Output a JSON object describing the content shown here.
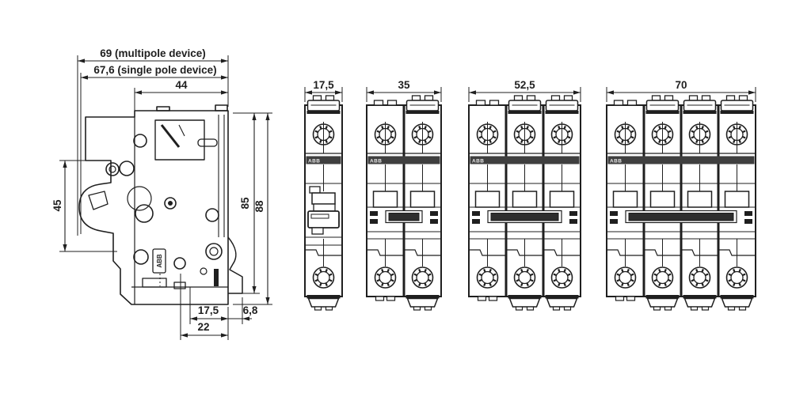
{
  "side_view": {
    "dim_overall_multipole": "69 (multipole device)",
    "dim_overall_singlepole": "67,6 (single pole device)",
    "dim_body_depth": "44",
    "dim_front_height": "45",
    "dim_height_to_rail": "85",
    "dim_total_height": "88",
    "dim_rail_offset": "17,5",
    "dim_clip_depth": "6,8",
    "dim_rail_width": "22",
    "brand_plate": "ABB"
  },
  "front_views": [
    {
      "id": "1-pole",
      "poles": 1,
      "width_label": "17,5",
      "brand": "ABB"
    },
    {
      "id": "2-pole",
      "poles": 2,
      "width_label": "35",
      "brand": "ABB"
    },
    {
      "id": "3-pole",
      "poles": 3,
      "width_label": "52,5",
      "brand": "ABB"
    },
    {
      "id": "4-pole",
      "poles": 4,
      "width_label": "70",
      "brand": "ABB"
    }
  ],
  "colors": {
    "ink": "#1f1f1f",
    "band_fill": "#3f3f3f",
    "band_text": "#ececec",
    "tie_bar_fill": "#2e2e2e",
    "background": "#ffffff"
  }
}
